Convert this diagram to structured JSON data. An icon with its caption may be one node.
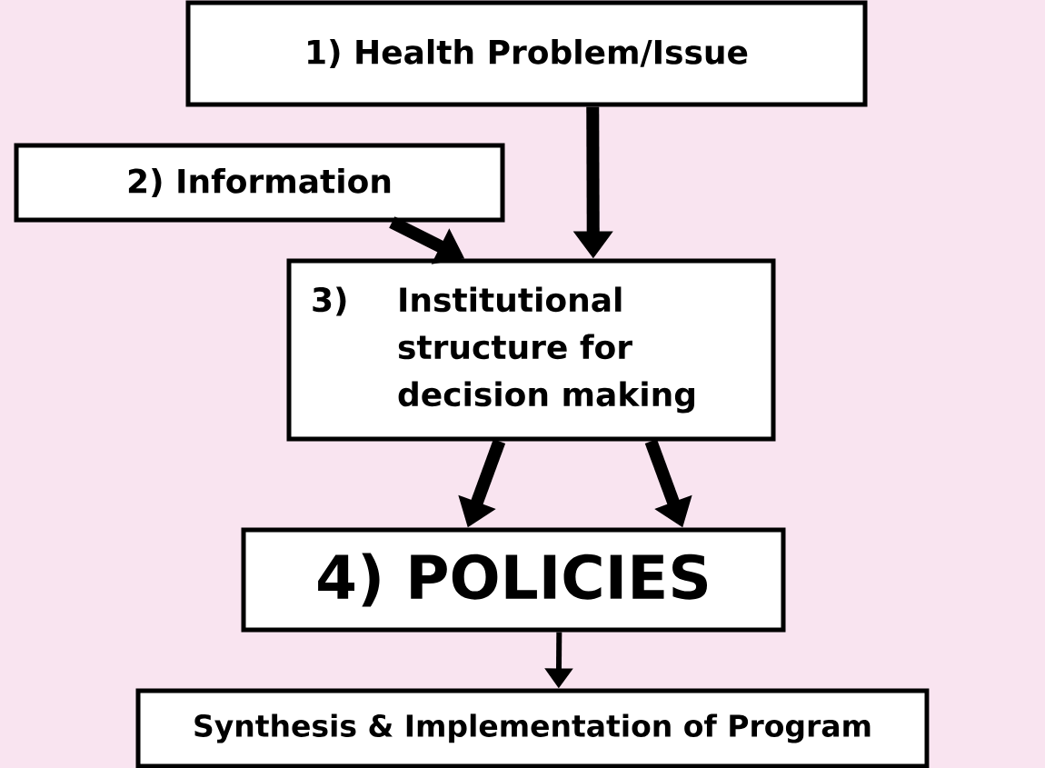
{
  "diagram": {
    "nodes": [
      {
        "text": [
          "1) Health Problem/Issue"
        ]
      },
      {
        "text": [
          "2) Information"
        ]
      },
      {
        "text": [
          "3)",
          "Institutional structure for decision making"
        ]
      },
      {
        "text": [
          "4) POLICIES"
        ]
      },
      {
        "text": [
          "Synthesis & Implementation of Program"
        ]
      }
    ],
    "edges": [
      {
        "from": 0,
        "to": 2,
        "arrow": "to"
      },
      {
        "from": 1,
        "to": 2,
        "arrow": "to"
      },
      {
        "from": 2,
        "to": 3,
        "arrow": "to"
      },
      {
        "from": 2,
        "to": 3,
        "arrow": "to"
      },
      {
        "from": 3,
        "to": 4,
        "arrow": "to"
      }
    ]
  }
}
